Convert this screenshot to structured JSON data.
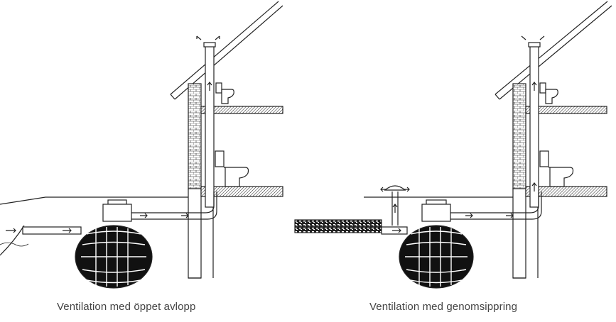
{
  "figure": {
    "panels": [
      {
        "id": "left",
        "caption": "Ventilation med öppet avlopp"
      },
      {
        "id": "right",
        "caption": "Ventilation med genomsippring"
      }
    ]
  },
  "colors": {
    "line": "#222222",
    "caption": "#444444",
    "background": "#ffffff"
  }
}
